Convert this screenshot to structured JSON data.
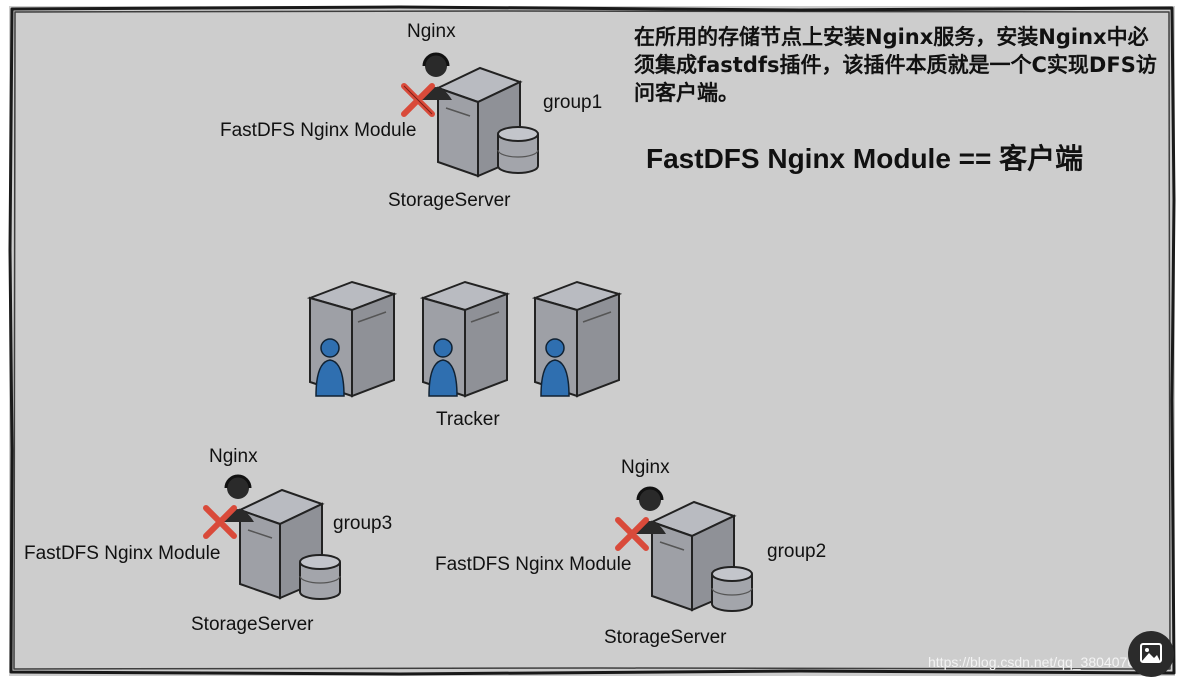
{
  "note": "在所用的存储节点上安装Nginx服务，安装Nginx中必须集成fastdfs插件，该插件本质就是一个C实现DFS访问客户端。",
  "title": {
    "latin": "FastDFS Nginx Module ==",
    "cjk": "客户端"
  },
  "tracker_label": "Tracker",
  "storage_nodes": [
    {
      "nginx": "Nginx",
      "module": "FastDFS Nginx Module",
      "group": "group1",
      "server": "StorageServer"
    },
    {
      "nginx": "Nginx",
      "module": "FastDFS Nginx Module",
      "group": "group3",
      "server": "StorageServer"
    },
    {
      "nginx": "Nginx",
      "module": "FastDFS Nginx Module",
      "group": "group2",
      "server": "StorageServer"
    }
  ],
  "watermark": "https://blog.csdn.net/qq_38040765",
  "icons": {
    "nginx_user": "headset-user-icon",
    "module": "wrench-screwdriver-icon",
    "storage": "database-icon",
    "tracker_user": "user-icon",
    "image_button": "image-icon"
  },
  "colors": {
    "background": "#cdcdcd",
    "border": "#1a1a1a",
    "server_body": "#8f9197",
    "tracker_user": "#2f6fb0",
    "tool_red": "#d94a3a"
  }
}
